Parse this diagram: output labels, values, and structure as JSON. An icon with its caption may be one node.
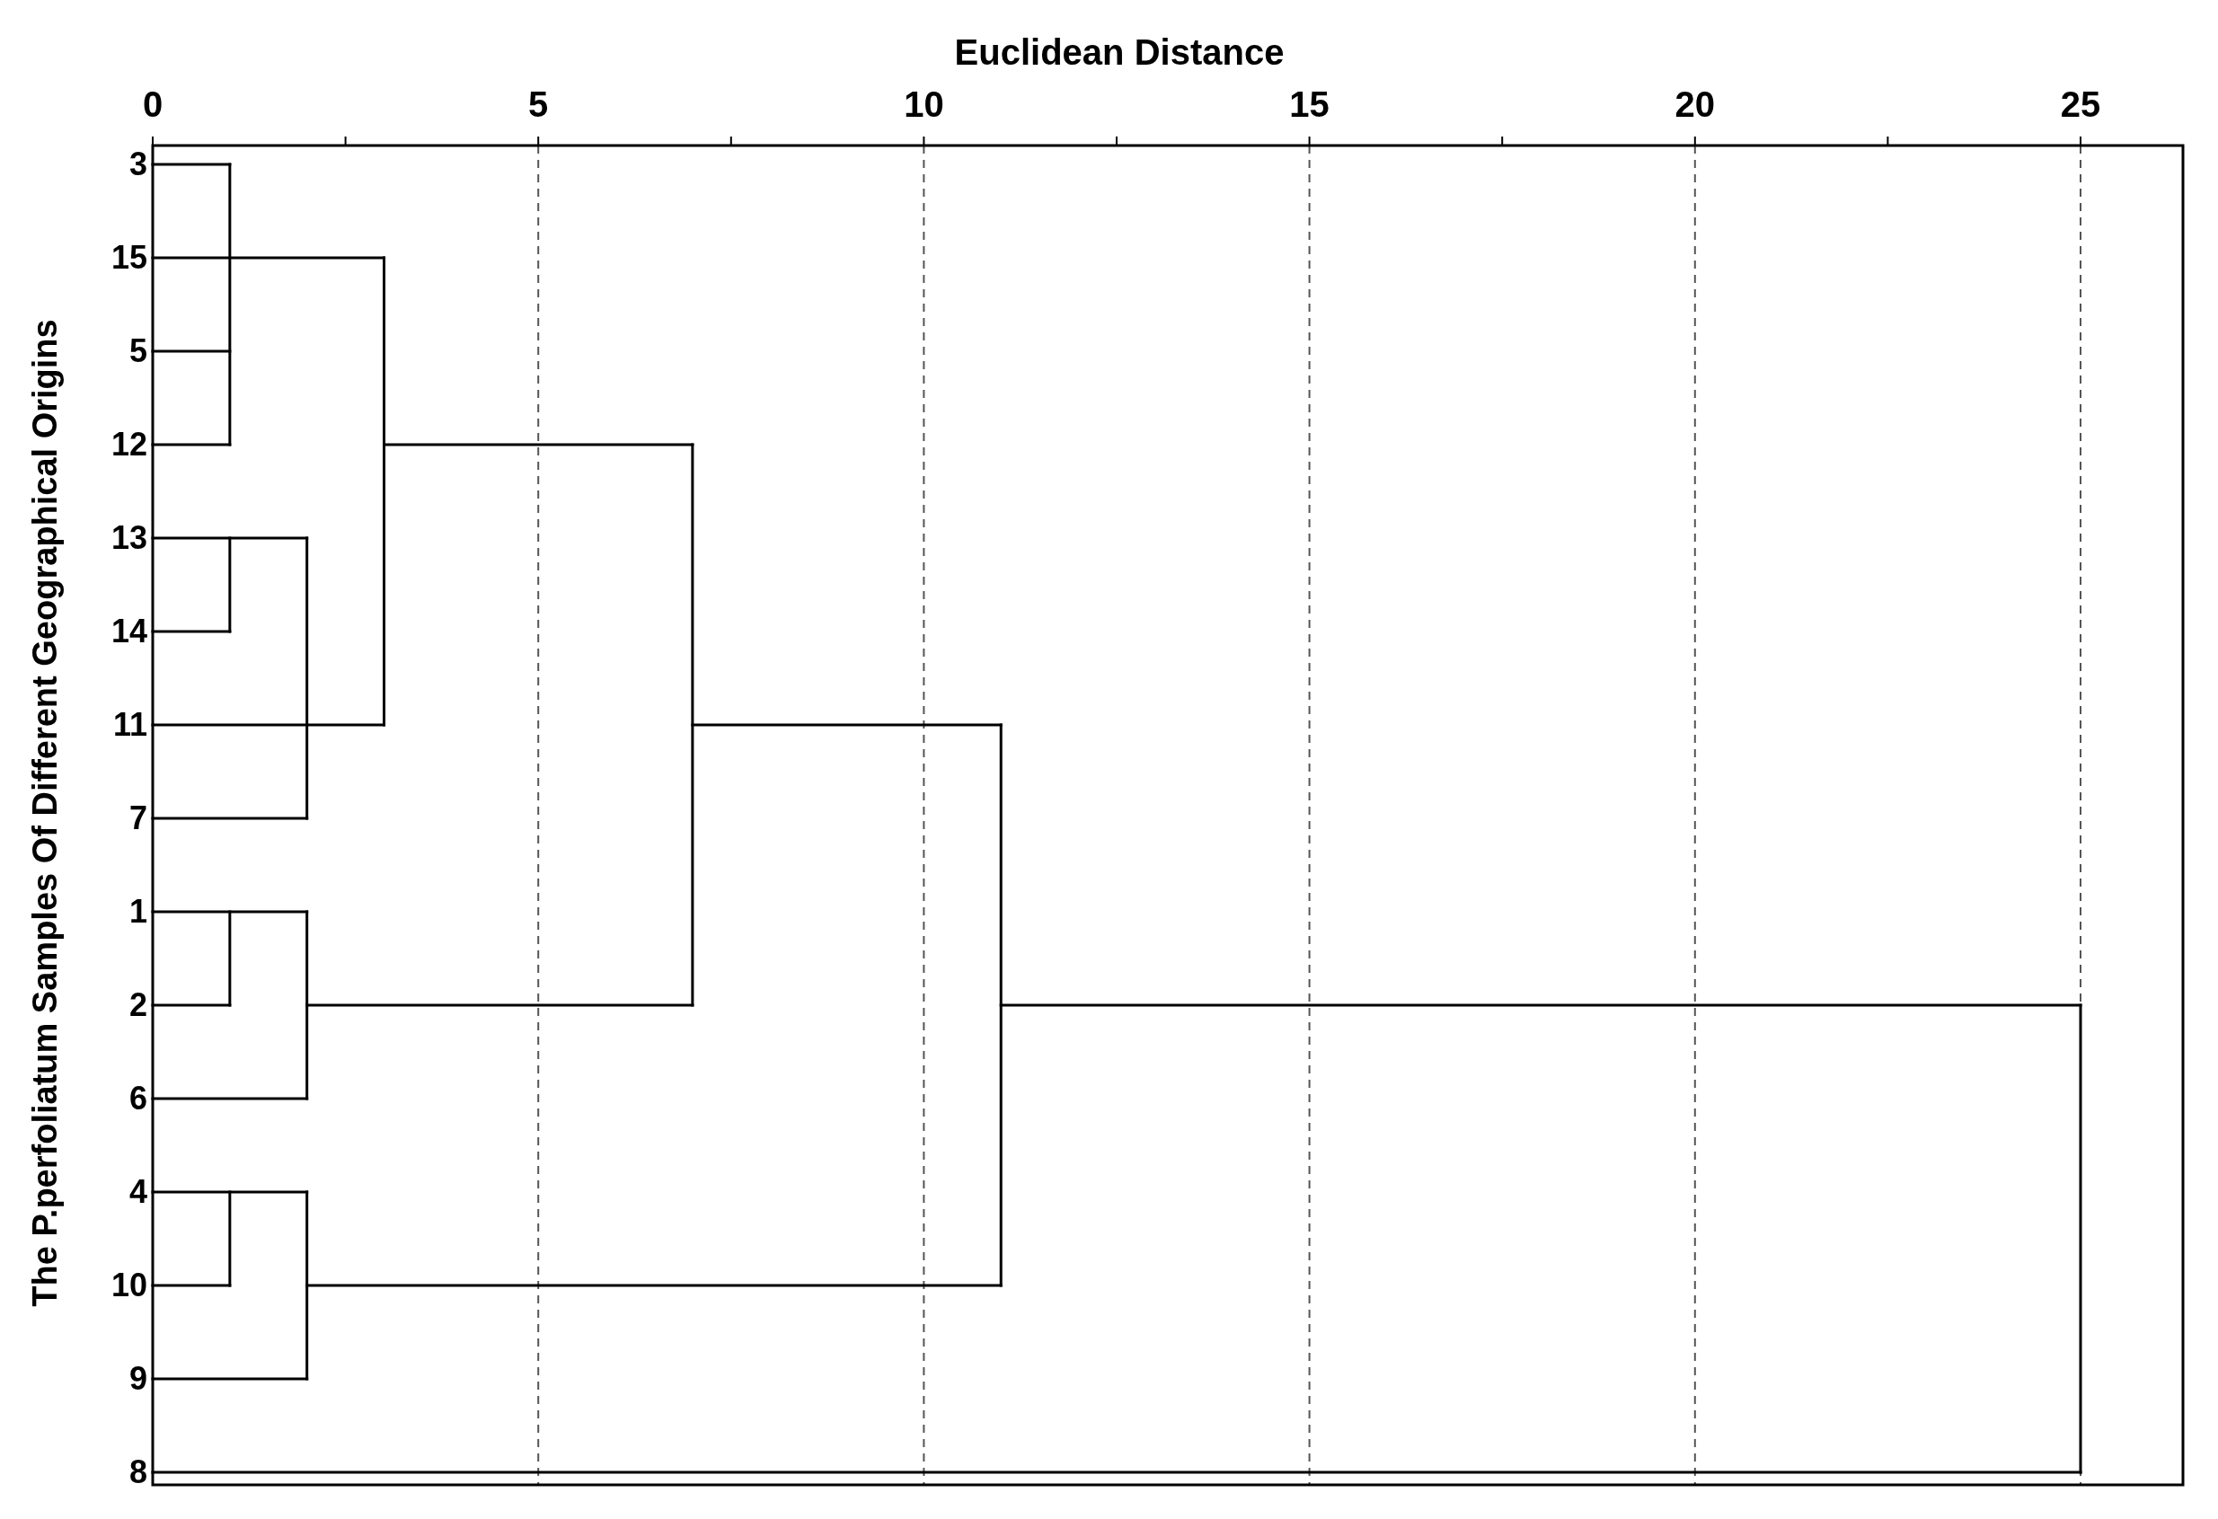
{
  "diagram": {
    "labels": [
      "Euclidean Distance",
      "0",
      "5",
      "10",
      "15",
      "20",
      "25",
      "The P.perfoliatum Samples Of Different Geographical Origins",
      "3",
      "15",
      "5",
      "12",
      "13",
      "14",
      "11",
      "7",
      "1",
      "2",
      "6",
      "4",
      "10",
      "9",
      "8"
    ]
  }
}
